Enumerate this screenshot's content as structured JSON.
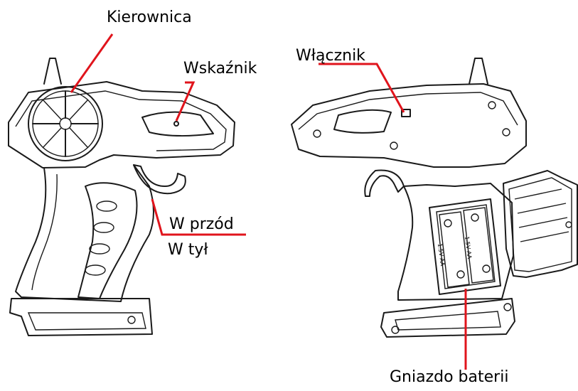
{
  "labels": {
    "steering": "Kierownica",
    "indicator": "Wskaźnik",
    "forward": "W przód",
    "backward": "W tył",
    "power_switch": "Włącznik",
    "battery_slot": "Gniazdo baterii"
  },
  "battery_text": {
    "cell_label": "1.5V AA"
  },
  "colors": {
    "callout": "#e0141c",
    "outline": "#1a1a1a",
    "background": "#ffffff"
  }
}
